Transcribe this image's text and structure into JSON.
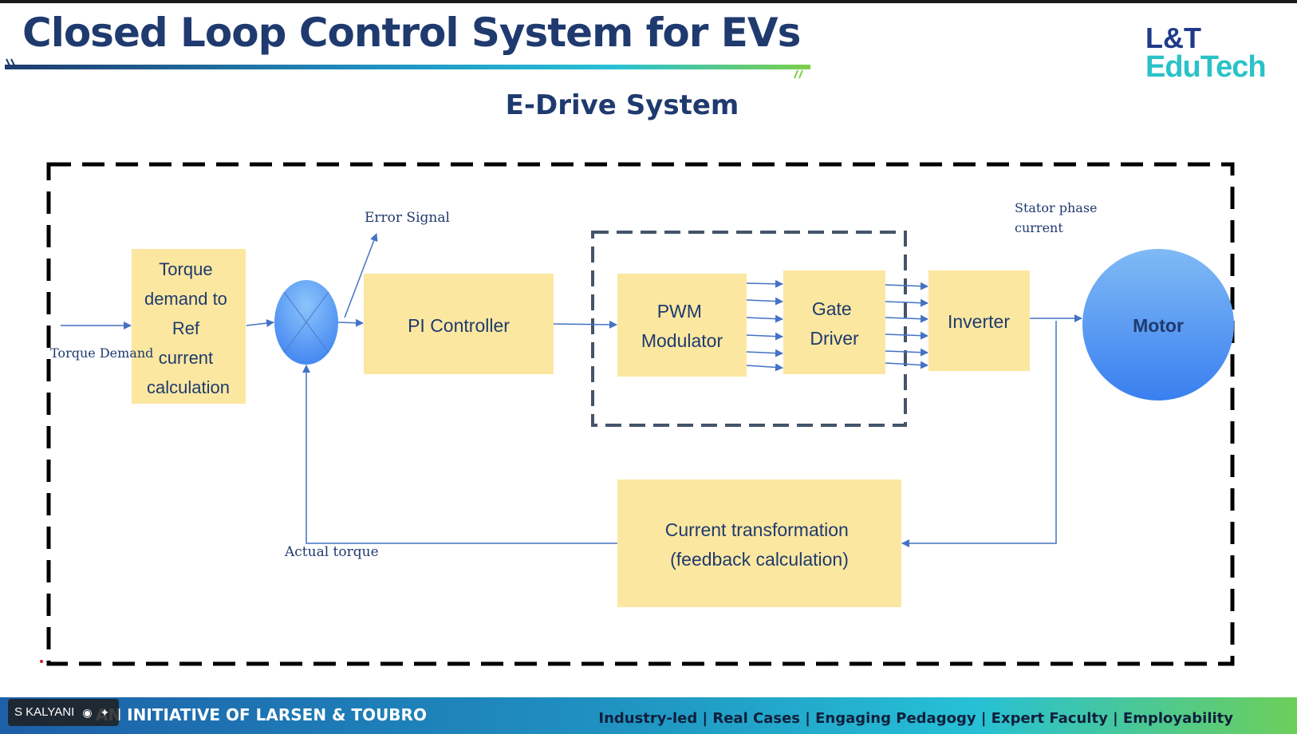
{
  "slide": {
    "title": "Closed Loop Control System for EVs",
    "subtitle": "E-Drive System"
  },
  "logo": {
    "line1": "L&T",
    "line2": "EduTech"
  },
  "diagram": {
    "blocks": {
      "torque_ref_lines": [
        "Torque",
        "demand to",
        "Ref",
        "current",
        "calculation"
      ],
      "pi_controller": "PI Controller",
      "pwm_lines": [
        "PWM",
        "Modulator"
      ],
      "gate_driver_lines": [
        "Gate",
        "Driver"
      ],
      "inverter": "Inverter",
      "motor": "Motor",
      "feedback_lines": [
        "Current transformation",
        "(feedback calculation)"
      ]
    },
    "labels": {
      "torque_demand": "Torque Demand",
      "error_signal": "Error Signal",
      "stator_lines": [
        "Stator phase",
        "current"
      ],
      "actual_torque": "Actual torque"
    }
  },
  "footer": {
    "left": "AN INITIATIVE OF LARSEN & TOUBRO",
    "right": "Industry-led | Real Cases | Engaging Pedagogy | Expert Faculty | Employability"
  },
  "presenter": {
    "name": "S KALYANI"
  },
  "colors": {
    "title": "#1f3a6e",
    "block_fill": "#fbe7a0",
    "line": "#4472c4",
    "motor_top": "#7fbaf5",
    "motor_bottom": "#3a7ff0"
  }
}
